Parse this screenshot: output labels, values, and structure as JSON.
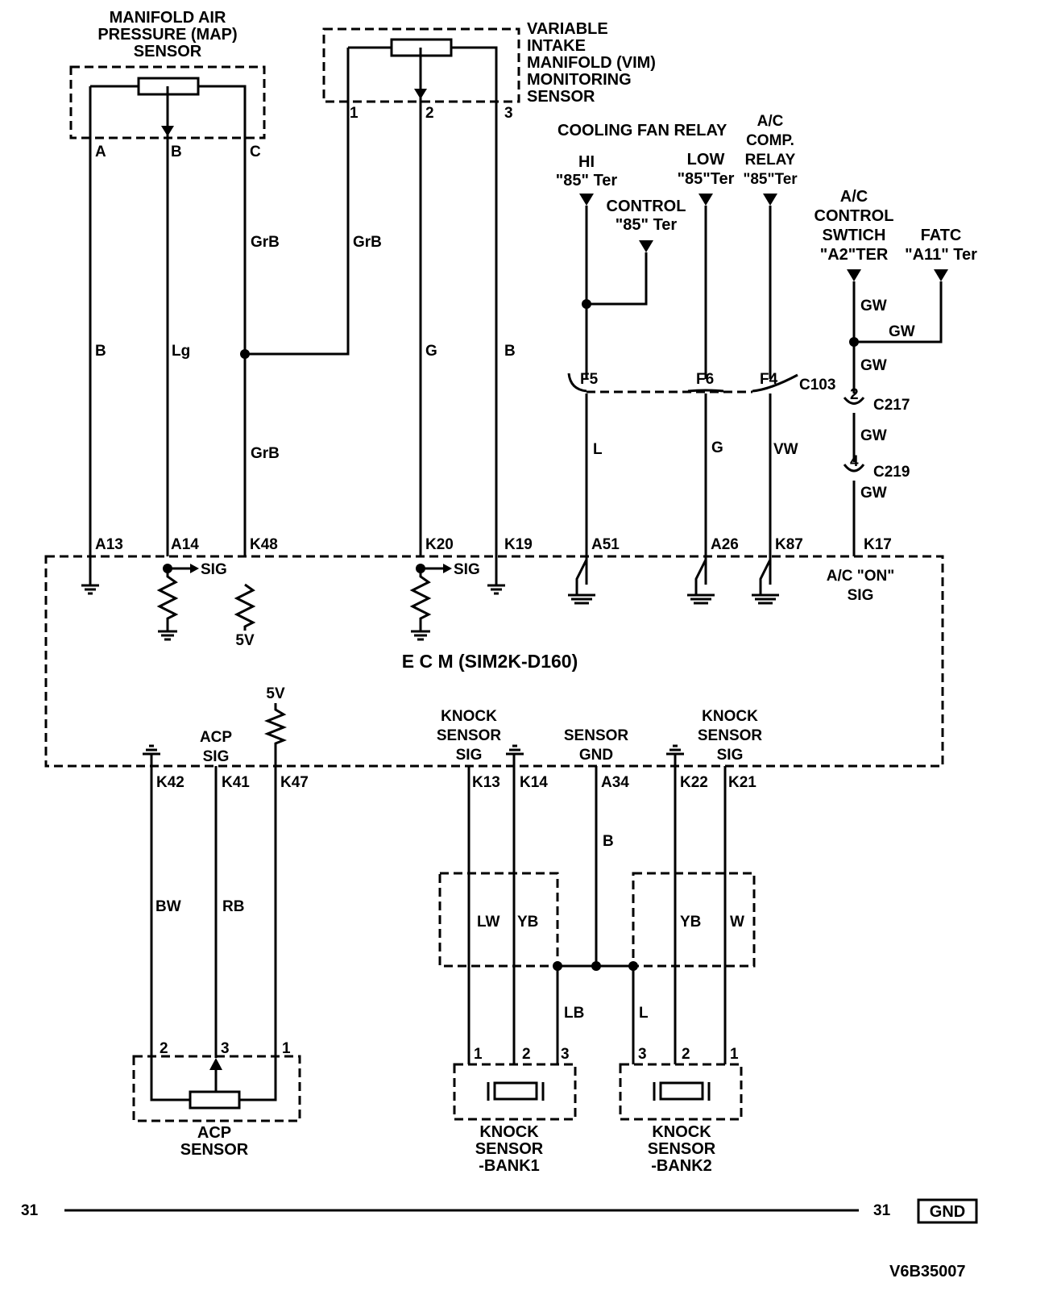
{
  "title": "E C M (SIM2K-D160)",
  "figure_id": "V6B35007",
  "components": {
    "map_sensor": {
      "label_lines": [
        "MANIFOLD AIR",
        "PRESSURE (MAP)",
        "SENSOR"
      ],
      "pins": [
        "A",
        "B",
        "C"
      ]
    },
    "vim_sensor": {
      "label_lines": [
        "VARIABLE",
        "INTAKE",
        "MANIFOLD (VIM)",
        "MONITORING",
        "SENSOR"
      ],
      "pins": [
        "1",
        "2",
        "3"
      ]
    },
    "cooling_fan_relay": {
      "title": "COOLING FAN RELAY",
      "hi_lines": [
        "HI",
        "\"85\" Ter"
      ],
      "control_lines": [
        "CONTROL",
        "\"85\" Ter"
      ],
      "low_lines": [
        "LOW",
        "\"85\"Ter"
      ]
    },
    "ac_comp_relay": {
      "label_lines": [
        "A/C",
        "COMP.",
        "RELAY",
        "\"85\"Ter"
      ]
    },
    "ac_control_switch": {
      "label_lines": [
        "A/C",
        "CONTROL",
        "SWTICH",
        "\"A2\"TER"
      ]
    },
    "fatc": {
      "label_lines": [
        "FATC",
        "\"A11\" Ter"
      ]
    },
    "acp_sensor": {
      "label_lines": [
        "ACP",
        "SENSOR"
      ],
      "pins": [
        "2",
        "3",
        "1"
      ]
    },
    "knock_sensor_bank1": {
      "label_lines": [
        "KNOCK",
        "SENSOR",
        "-BANK1"
      ],
      "pins": [
        "1",
        "2",
        "3"
      ]
    },
    "knock_sensor_bank2": {
      "label_lines": [
        "KNOCK",
        "SENSOR",
        "-BANK2"
      ],
      "pins": [
        "3",
        "2",
        "1"
      ]
    }
  },
  "wire_colors": {
    "map_a": "B",
    "map_b": "Lg",
    "map_c_upper": "GrB",
    "map_c_lower": "GrB",
    "vim_1": "GrB",
    "vim_2": "G",
    "vim_3": "B",
    "f5": "L",
    "f6": "G",
    "f4": "VW",
    "ac_sw": "GW",
    "fatc": "GW",
    "ac_mid": "GW",
    "ac_c217": "GW",
    "ac_c219": "GW",
    "k42": "BW",
    "k41": "RB",
    "k34": "B",
    "ks1_left": "LW",
    "ks1_right": "YB",
    "ks2_left": "YB",
    "ks2_right": "W",
    "ks1_gnd": "LB",
    "ks2_gnd": "L"
  },
  "connectors": {
    "c103": "C103",
    "f5": "F5",
    "f6": "F6",
    "f4": "F4",
    "c217": "C217",
    "c217_pin": "2",
    "c219": "C219",
    "c219_pin": "4"
  },
  "ecm_top_pins": [
    "A13",
    "A14",
    "K48",
    "K20",
    "K19",
    "A51",
    "A26",
    "K87",
    "K17"
  ],
  "ecm_bottom_pins": [
    "K42",
    "K41",
    "K47",
    "K13",
    "K14",
    "A34",
    "K22",
    "K21"
  ],
  "ecm_internal": {
    "sig": "SIG",
    "five_v": "5V",
    "ac_on_lines": [
      "A/C \"ON\"",
      "SIG"
    ],
    "acp_sig_lines": [
      "ACP",
      "SIG"
    ],
    "ks_sig_left_lines": [
      "KNOCK",
      "SENSOR",
      "SIG"
    ],
    "sensor_gnd_lines": [
      "SENSOR",
      "GND"
    ],
    "ks_sig_right_lines": [
      "KNOCK",
      "SENSOR",
      "SIG"
    ]
  },
  "footer": {
    "left_number": "31",
    "right_number": "31",
    "badge": "GND"
  }
}
